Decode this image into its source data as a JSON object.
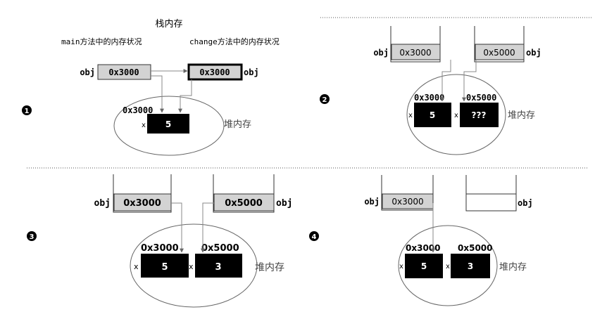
{
  "panel1": {
    "step_badge": "1",
    "stack_title": "栈内存",
    "main_caption": "main方法中的内存状况",
    "change_caption": "change方法中的内存状况",
    "left_var": "obj",
    "left_ref": "0x3000",
    "right_ref": "0x3000",
    "right_var": "obj",
    "heap_addr": "0x3000",
    "heap_field": "x",
    "heap_value": "5",
    "heap_label": "堆内存"
  },
  "panel2": {
    "step_badge": "2",
    "left_var": "obj",
    "left_ref": "0x3000",
    "right_ref": "0x5000",
    "right_var": "obj",
    "addr1": "0x3000",
    "addr2": "0x5000",
    "field1": "x",
    "value1": "5",
    "field2": "x",
    "value2": "???",
    "heap_label": "堆内存"
  },
  "panel3": {
    "step_badge": "3",
    "left_var": "obj",
    "left_ref": "0x3000",
    "right_ref": "0x5000",
    "right_var": "obj",
    "addr1": "0x3000",
    "addr2": "0x5000",
    "field1": "x",
    "value1": "5",
    "field2": "x",
    "value2": "3",
    "heap_label": "堆内存"
  },
  "panel4": {
    "step_badge": "4",
    "left_var": "obj",
    "left_ref": "0x3000",
    "right_var": "obj",
    "addr1": "0x3000",
    "addr2": "0x5000",
    "field1": "x",
    "value1": "5",
    "field2": "x",
    "value2": "3",
    "heap_label": "堆内存"
  },
  "colors": {
    "ref_box_fill": "#d3d3d3",
    "object_fill": "#000000",
    "object_text": "#ffffff",
    "line": "#808080",
    "badge": "#000000",
    "separator": "#555555"
  }
}
